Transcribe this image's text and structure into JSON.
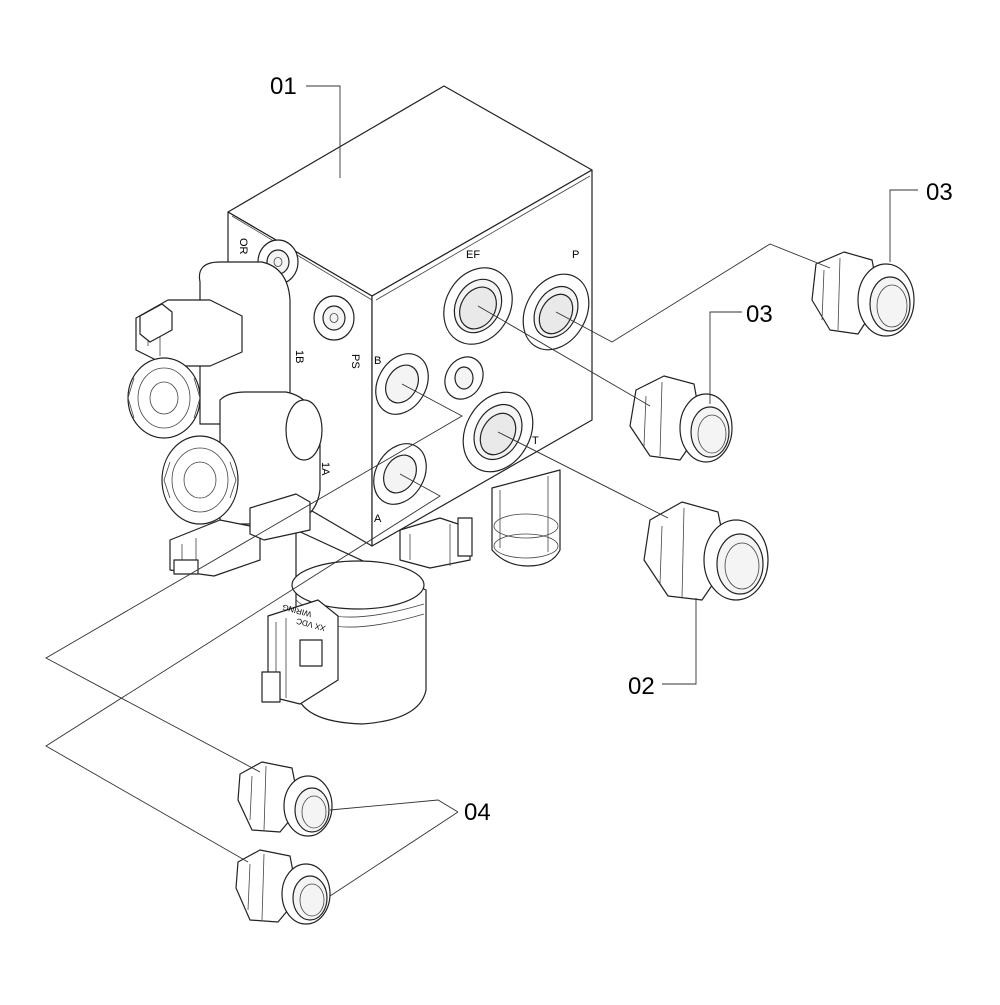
{
  "callouts": {
    "c01": "01",
    "c02": "02",
    "c03a": "03",
    "c03b": "03",
    "c04": "04"
  },
  "ports": {
    "or": "OR",
    "ps": "PS",
    "ef": "EF",
    "p": "P",
    "b": "B",
    "t": "T",
    "a": "A",
    "p1b": "1B",
    "p1a": "1A"
  },
  "coil_stamp": {
    "line1": "WIRING",
    "line2": "XX VDC"
  }
}
